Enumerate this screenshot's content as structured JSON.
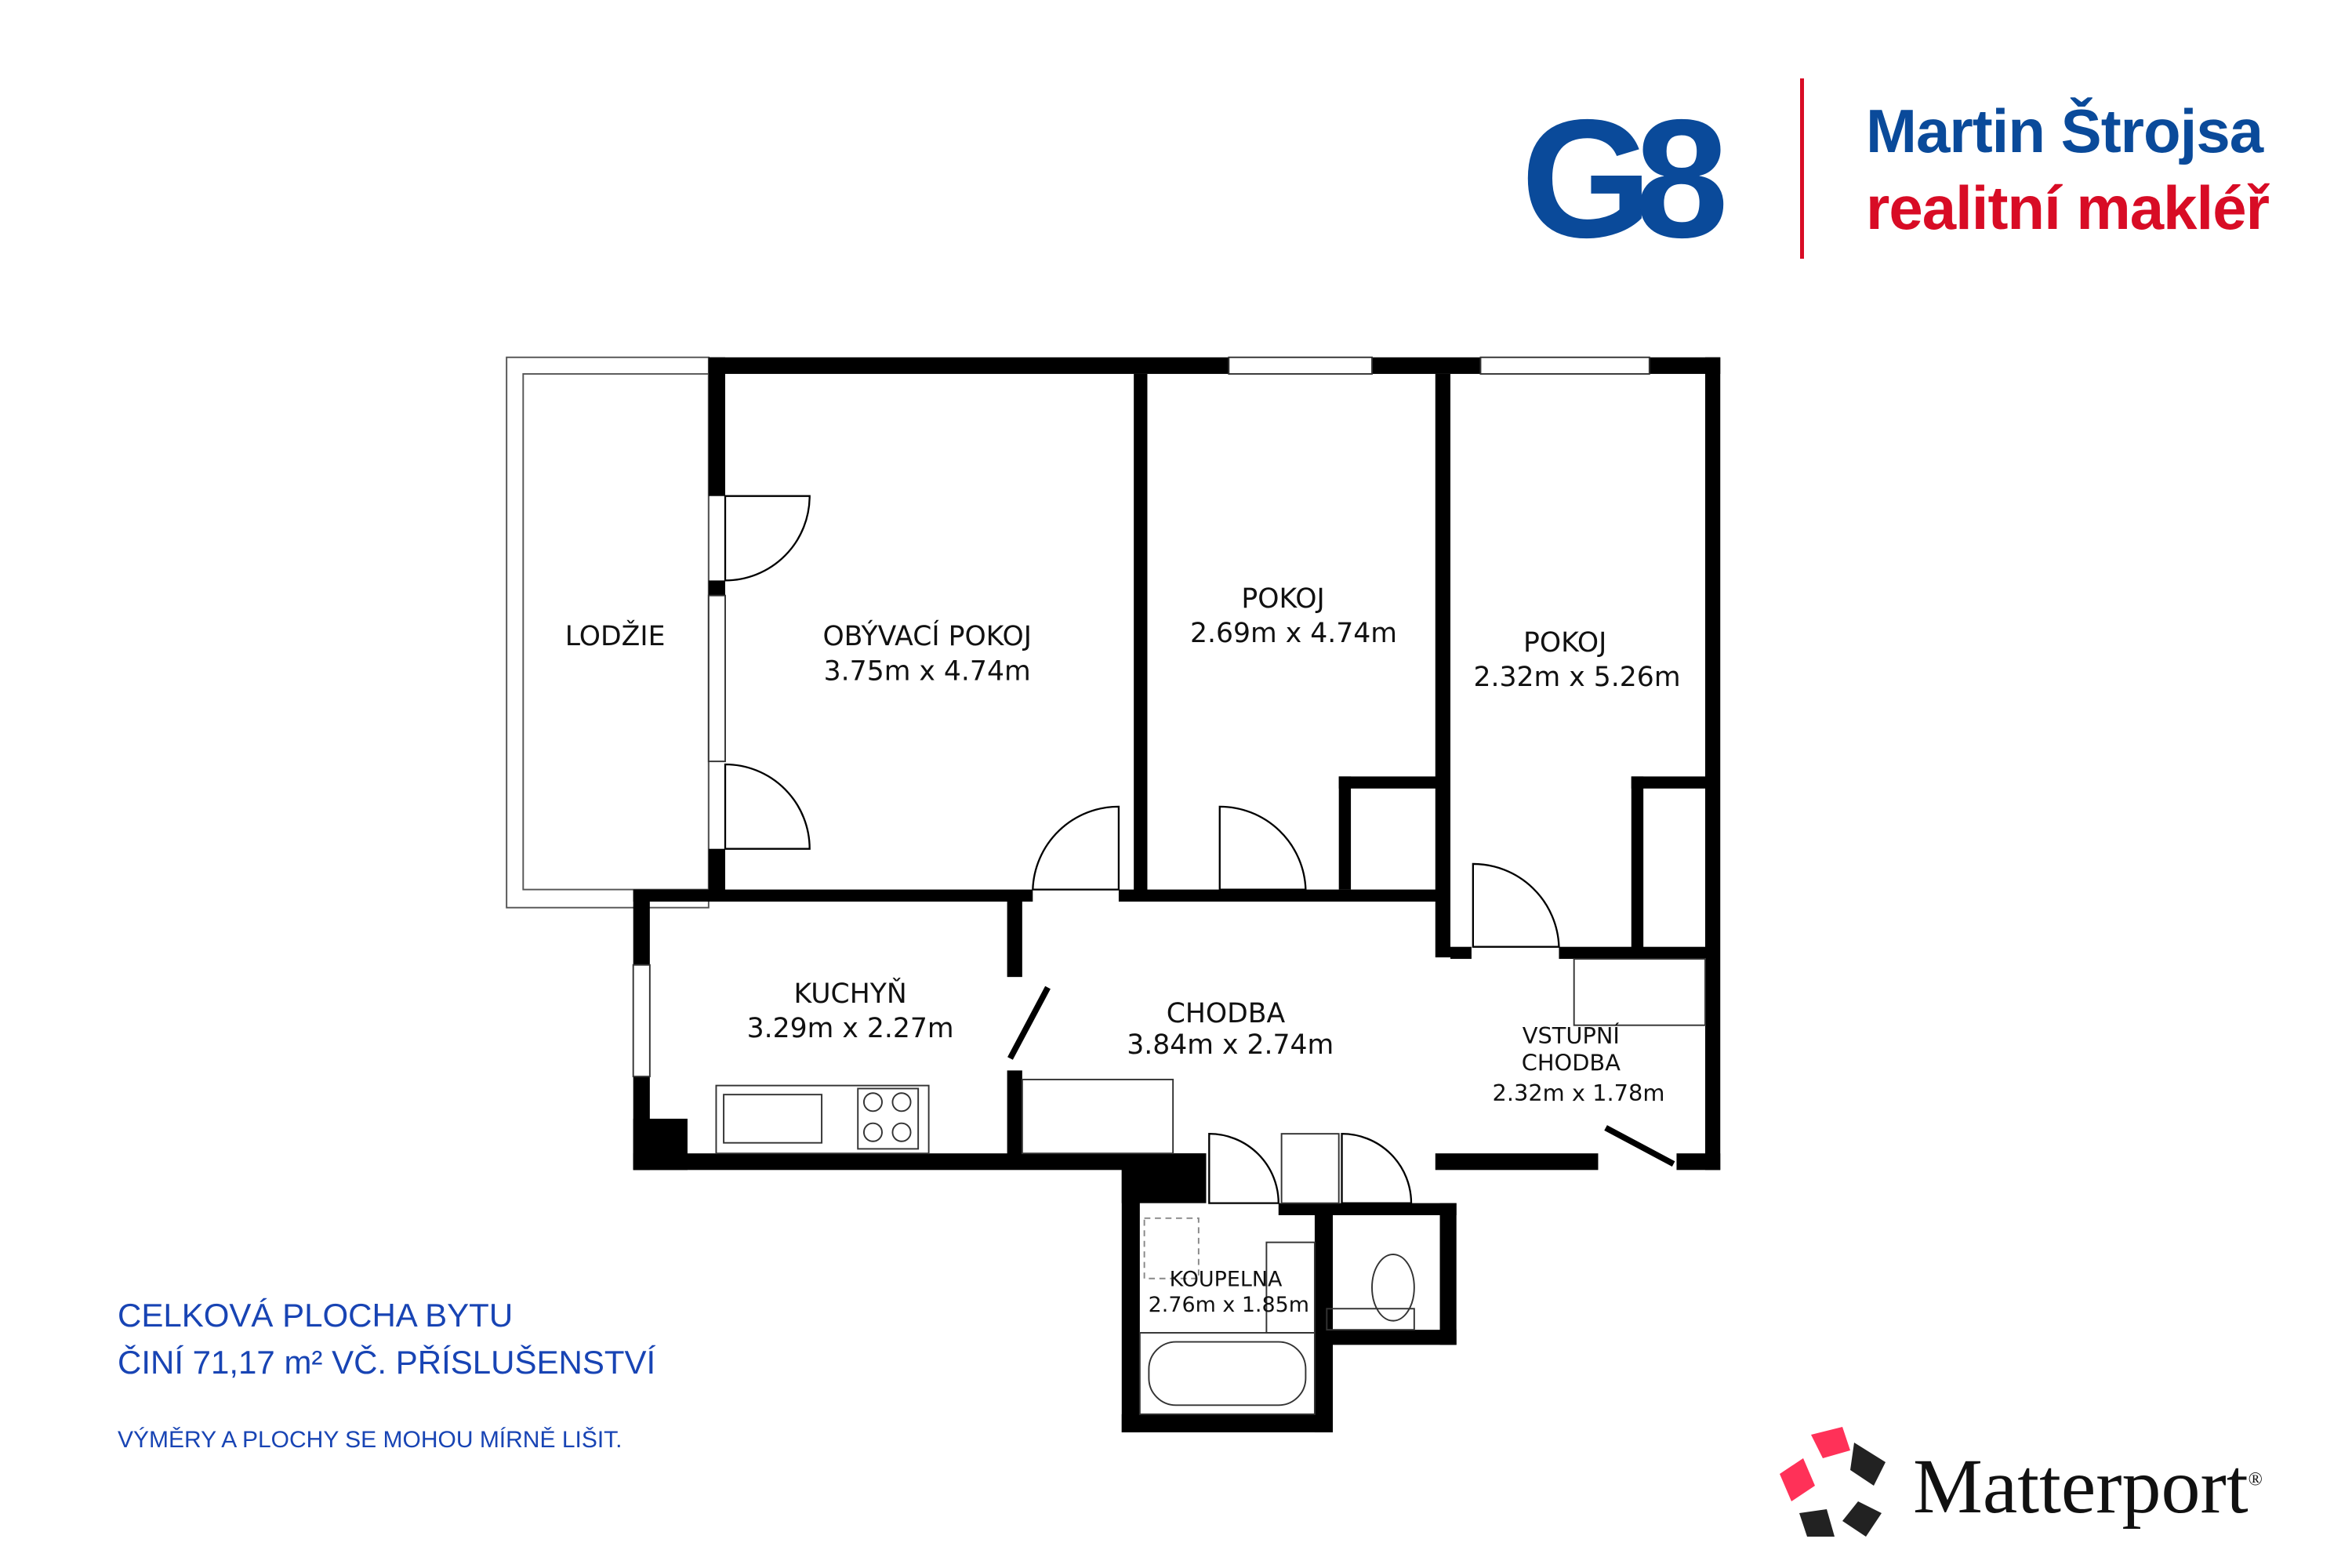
{
  "header": {
    "logo_text": "G8",
    "agent_name": "Martin Štrojsa",
    "agent_role": "realitní makléř",
    "colors": {
      "brand_blue": "#0a4a9a",
      "brand_red": "#d80c25"
    }
  },
  "rooms": [
    {
      "name": "LODŽIE"
    },
    {
      "name": "OBÝVACÍ POKOJ",
      "size": "3.75m x 4.74m"
    },
    {
      "name": "POKOJ",
      "size": "2.69m x 4.74m"
    },
    {
      "name": "POKOJ",
      "size": "2.32m x 5.26m"
    },
    {
      "name": "KUCHYŇ",
      "size": "3.29m x 2.27m"
    },
    {
      "name": "CHODBA",
      "size": "3.84m x 2.74m"
    },
    {
      "name": "VSTUPNÍ",
      "name2": "CHODBA",
      "size": "2.32m x 1.78m"
    },
    {
      "name": "KOUPELNA",
      "size": "2.76m x 1.85m"
    }
  ],
  "footer": {
    "total_line1": "CELKOVÁ PLOCHA BYTU",
    "total_line2": "ČINÍ 71,17 m² VČ. PŘÍSLUŠENSTVÍ",
    "disclaimer": "VÝMĚRY A PLOCHY SE MOHOU MÍRNĚ LIŠIT.",
    "matterport": "Matterport",
    "matterport_reg": "®"
  }
}
